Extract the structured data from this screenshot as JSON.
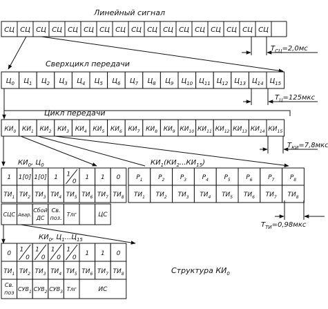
{
  "line_signal": {
    "title": "Линейный сигнал",
    "cells": [
      "СЦ",
      "СЦ",
      "СЦ",
      "СЦ",
      "СЦ",
      "СЦ",
      "СЦ",
      "СЦ",
      "СЦ",
      "СЦ",
      "СЦ",
      "СЦ",
      "СЦ",
      "СЦ",
      "СЦ",
      "СЦ",
      "СЦ"
    ],
    "period_label": "Т",
    "period_sub": "СЦ",
    "period_value": "=2,0мс"
  },
  "supercycle": {
    "title": "Сверхцикл передачи",
    "cells": [
      {
        "t": "Ц",
        "s": "0"
      },
      {
        "t": "Ц",
        "s": "1"
      },
      {
        "t": "Ц",
        "s": "2"
      },
      {
        "t": "Ц",
        "s": "3"
      },
      {
        "t": "Ц",
        "s": "4"
      },
      {
        "t": "Ц",
        "s": "5"
      },
      {
        "t": "Ц",
        "s": "6"
      },
      {
        "t": "Ц",
        "s": "7"
      },
      {
        "t": "Ц",
        "s": "8"
      },
      {
        "t": "Ц",
        "s": "9"
      },
      {
        "t": "Ц",
        "s": "10"
      },
      {
        "t": "Ц",
        "s": "11"
      },
      {
        "t": "Ц",
        "s": "12"
      },
      {
        "t": "Ц",
        "s": "13"
      },
      {
        "t": "Ц",
        "s": "14"
      },
      {
        "t": "Ц",
        "s": "15"
      }
    ],
    "period_label": "Т",
    "period_sub": "Ц",
    "period_value": "=125мкс"
  },
  "cycle": {
    "title": "Цикл передачи",
    "cells": [
      {
        "t": "КИ",
        "s": "0"
      },
      {
        "t": "КИ",
        "s": "1"
      },
      {
        "t": "КИ",
        "s": "2"
      },
      {
        "t": "КИ",
        "s": "3"
      },
      {
        "t": "КИ",
        "s": "4"
      },
      {
        "t": "КИ",
        "s": "5"
      },
      {
        "t": "КИ",
        "s": "6"
      },
      {
        "t": "КИ",
        "s": "7"
      },
      {
        "t": "КИ",
        "s": "8"
      },
      {
        "t": "КИ",
        "s": "9"
      },
      {
        "t": "КИ",
        "s": "10"
      },
      {
        "t": "КИ",
        "s": "11"
      },
      {
        "t": "КИ",
        "s": "12"
      },
      {
        "t": "КИ",
        "s": "13"
      },
      {
        "t": "КИ",
        "s": "14"
      },
      {
        "t": "КИ",
        "s": "15"
      }
    ],
    "period_label": "Т",
    "period_sub": "КИ",
    "period_value": "=7,8мкс"
  },
  "ki0_c0": {
    "title": "КИ",
    "title_sub": "0",
    "title_rest": ", Ц",
    "title_rest_sub": "0",
    "row1": [
      "1",
      "1[0]",
      "1[0]",
      "1",
      "",
      "1",
      "1",
      "0"
    ],
    "row2": [
      {
        "t": "ТИ",
        "s": "1"
      },
      {
        "t": "ТИ",
        "s": "2"
      },
      {
        "t": "ТИ",
        "s": "3"
      },
      {
        "t": "ТИ",
        "s": "4"
      },
      {
        "t": "ТИ",
        "s": "5"
      },
      {
        "t": "ТИ",
        "s": "6"
      },
      {
        "t": "ТИ",
        "s": "7"
      },
      {
        "t": "ТИ",
        "s": "8"
      }
    ],
    "fraction": {
      "num": "1",
      "den": "0"
    },
    "row3": {
      "c1": "СЦС",
      "c2": "Авар.",
      "c3a": "Сбой",
      "c3b": "ДС",
      "c4a": "Св.",
      "c4b": "поз.",
      "c5": "Тлг",
      "c7": "ЦС"
    }
  },
  "ki1_15": {
    "title": "КИ",
    "title_sub": "1",
    "title_rest": "(КИ",
    "title_rest_sub": "2",
    "title_dots": "...КИ",
    "title_end_sub": "15",
    "title_close": ")",
    "row1": [
      {
        "t": "Р",
        "s": "1"
      },
      {
        "t": "Р",
        "s": "2"
      },
      {
        "t": "Р",
        "s": "3"
      },
      {
        "t": "Р",
        "s": "4"
      },
      {
        "t": "Р",
        "s": "5"
      },
      {
        "t": "Р",
        "s": "6"
      },
      {
        "t": "Р",
        "s": "7"
      },
      {
        "t": "Р",
        "s": "8"
      }
    ],
    "row2": [
      {
        "t": "ТИ",
        "s": "1"
      },
      {
        "t": "ТИ",
        "s": "2"
      },
      {
        "t": "ТИ",
        "s": "3"
      },
      {
        "t": "ТИ",
        "s": "4"
      },
      {
        "t": "ТИ",
        "s": "5"
      },
      {
        "t": "ТИ",
        "s": "6"
      },
      {
        "t": "ТИ",
        "s": "7"
      },
      {
        "t": "ТИ",
        "s": "8"
      }
    ],
    "period_label": "Т",
    "period_sub": "ТИ",
    "period_value": "=0,98мкс"
  },
  "ki0_c1_15": {
    "title": "КИ",
    "title_sub": "0",
    "title_rest": ", Ц",
    "title_rest_sub": "1",
    "title_dots": "...Ц",
    "title_end_sub": "15",
    "row1": [
      "0",
      "",
      "",
      "",
      "",
      "1",
      "1",
      "0"
    ],
    "fraction": {
      "num": "1",
      "den": "0"
    },
    "row2": [
      {
        "t": "ТИ",
        "s": "1"
      },
      {
        "t": "ТИ",
        "s": "2"
      },
      {
        "t": "ТИ",
        "s": "3"
      },
      {
        "t": "ТИ",
        "s": "4"
      },
      {
        "t": "ТИ",
        "s": "5"
      },
      {
        "t": "ТИ",
        "s": "6"
      },
      {
        "t": "ТИ",
        "s": "7"
      },
      {
        "t": "ТИ",
        "s": "8"
      }
    ],
    "row3": {
      "c1a": "Св.",
      "c1b": "поз",
      "c2": "СУВ",
      "c2s": "1",
      "c3": "СУВ",
      "c3s": "2",
      "c4": "СУВ",
      "c4s": "3",
      "c5": "Тлг",
      "c67": "ИС"
    }
  },
  "structure_label": "Структура КИ",
  "structure_sub": "0"
}
